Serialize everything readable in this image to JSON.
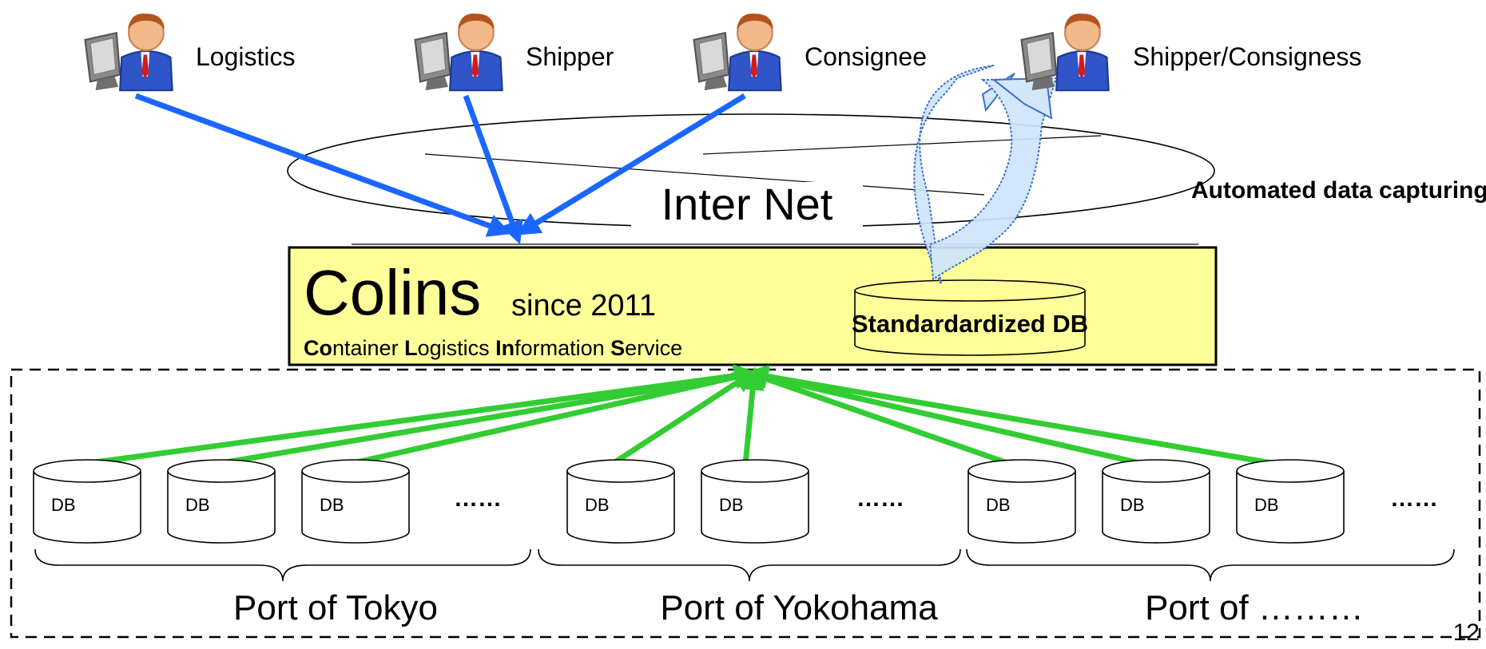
{
  "users": [
    {
      "label": "Logistics",
      "icon": "user-computer-icon"
    },
    {
      "label": "Shipper",
      "icon": "user-computer-icon"
    },
    {
      "label": "Consignee",
      "icon": "user-computer-icon"
    },
    {
      "label": "Shipper/Consigness",
      "icon": "user-computer-icon"
    }
  ],
  "internet": {
    "label": "Inter Net"
  },
  "automation": {
    "label": "Automated data capturing"
  },
  "colins": {
    "name": "Colins",
    "since": "since 2011",
    "expansion": [
      {
        "bold": "Co",
        "rest": "ntainer"
      },
      {
        "bold": "L",
        "rest": "ogistics"
      },
      {
        "bold": "In",
        "rest": "formation"
      },
      {
        "bold": "S",
        "rest": "ervice"
      }
    ]
  },
  "standardized_db": {
    "label": "Standardardized  DB"
  },
  "db_label": "DB",
  "ellipsis": "……",
  "ports": [
    {
      "label": "Port of Tokyo",
      "db_count": 3
    },
    {
      "label": "Port of Yokohama",
      "db_count": 2
    },
    {
      "label": "Port of ………",
      "db_count": 3
    }
  ],
  "page_number": "12",
  "colors": {
    "user_arrow": "#1a66ff",
    "port_arrow": "#33cc33",
    "colins_fill": "#ffff99",
    "refresh_fill": "#cfe6fb",
    "refresh_stroke": "#2c63c9"
  }
}
